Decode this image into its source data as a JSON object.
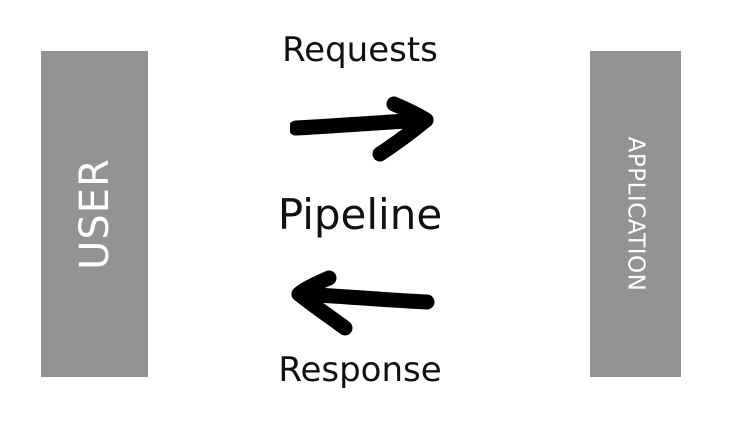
{
  "user_box": {
    "label": "USER",
    "color": "#939393"
  },
  "application_box": {
    "label": "APPLICATION",
    "color": "#939393"
  },
  "requests_label": "Requests",
  "pipeline_label": "Pipeline",
  "response_label": "Response",
  "arrows": {
    "request_direction": "right",
    "response_direction": "left",
    "color": "#000000"
  }
}
